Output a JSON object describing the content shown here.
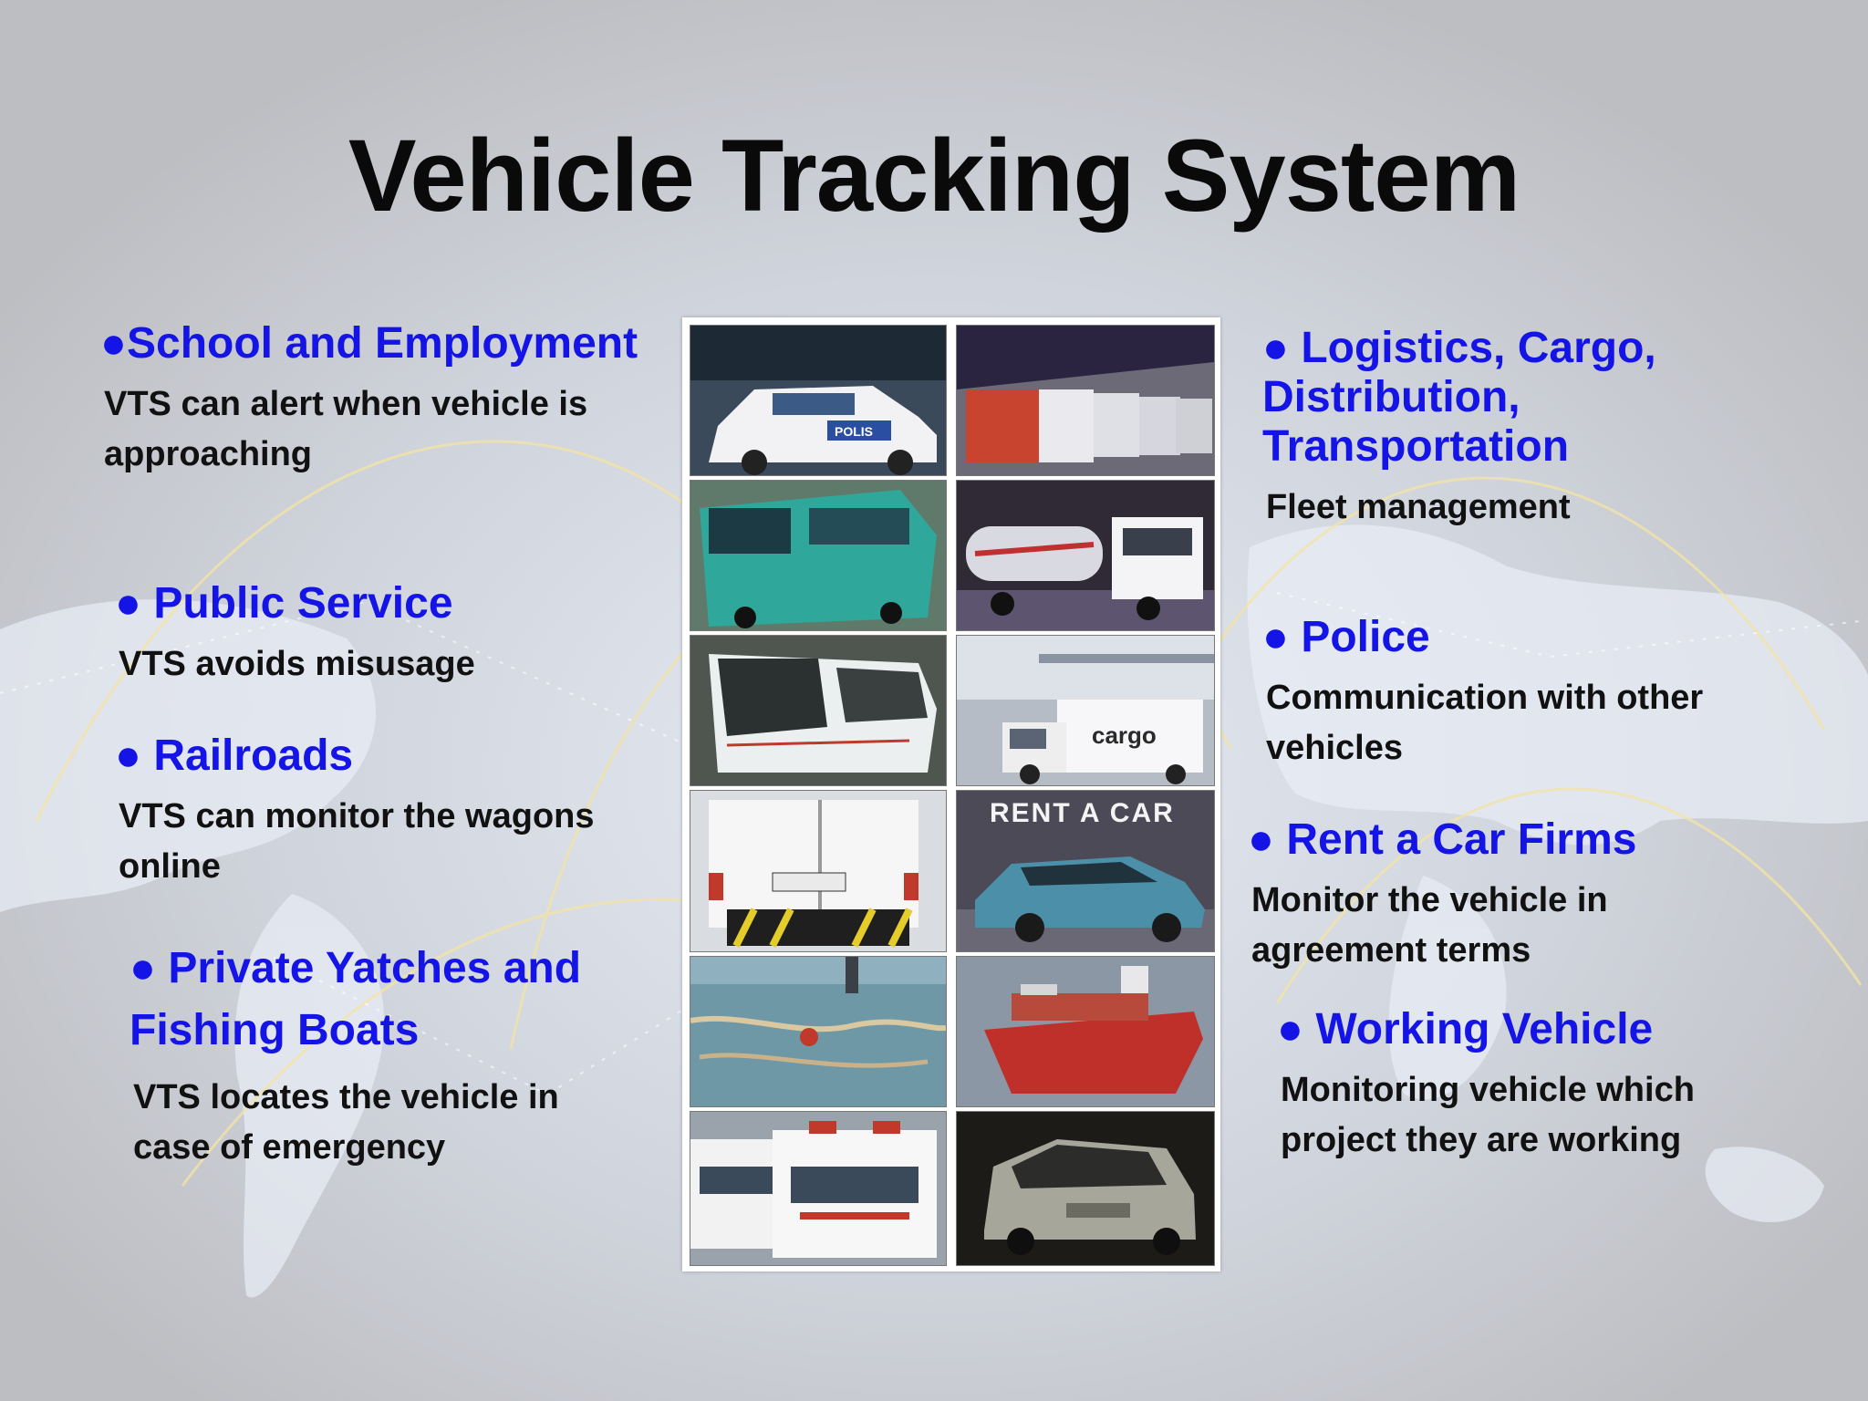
{
  "title": "Vehicle Tracking System",
  "colors": {
    "accent": "#1414e6",
    "text": "#111111",
    "background": "#c6c7cb"
  },
  "left": [
    {
      "bullet": "●",
      "heading": "School and Employment",
      "desc": "VTS can alert when vehicle is approaching"
    },
    {
      "bullet": "●",
      "heading": "Public Service",
      "desc": "VTS avoids misusage"
    },
    {
      "bullet": "●",
      "heading": "Railroads",
      "desc": "VTS can monitor the wagons online"
    },
    {
      "bullet": "●",
      "heading": "Private Yatches and Fishing Boats",
      "desc": "VTS locates the vehicle in case of emergency"
    }
  ],
  "right": [
    {
      "bullet": "●",
      "heading": "Logistics, Cargo, Distribution, Transportation",
      "desc": "Fleet management"
    },
    {
      "bullet": "●",
      "heading": "Police",
      "desc": "Communication with other vehicles"
    },
    {
      "bullet": "●",
      "heading": "Rent a Car Firms",
      "desc": "Monitor the vehicle in agreement terms"
    },
    {
      "bullet": "●",
      "heading": "Working Vehicle",
      "desc": "Monitoring vehicle which project they are working"
    }
  ],
  "photos": {
    "police_car_label": "POLIS",
    "cargo_label": "cargo",
    "rent_label": "RENT A CAR"
  }
}
